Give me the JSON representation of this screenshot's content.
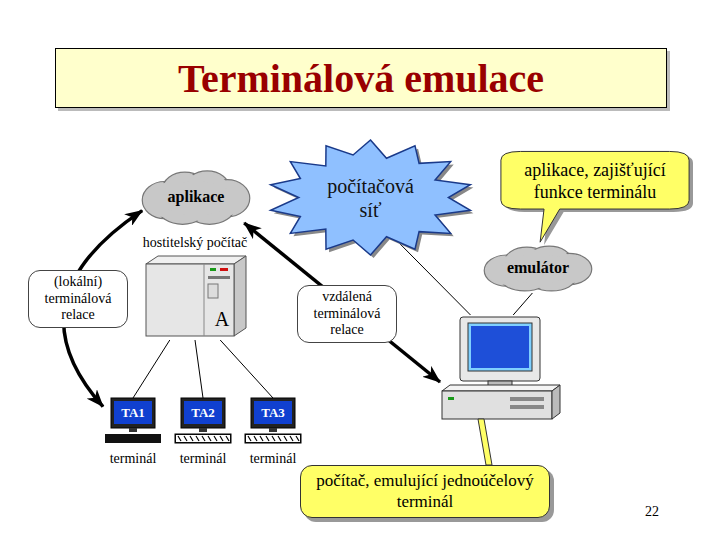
{
  "diagram": {
    "title": "Terminálová emulace",
    "nodes": [
      {
        "text": [
          "aplikace"
        ]
      },
      {
        "text": [
          "hostitelský počítač",
          "A"
        ]
      },
      {
        "text": [
          "počítačová síť"
        ]
      },
      {
        "text": [
          "aplikace, zajišťující funkce terminálu"
        ]
      },
      {
        "text": [
          "emulátor"
        ]
      },
      {
        "text": [
          "TA1",
          "terminál"
        ]
      },
      {
        "text": [
          "TA2",
          "terminál"
        ]
      },
      {
        "text": [
          "TA3",
          "terminál"
        ]
      },
      {
        "text": [
          "počítač, emulující jednoúčelový terminál"
        ]
      }
    ],
    "edges": [
      {
        "from": 0,
        "to": 5,
        "arrow": "both",
        "label": "(lokální) terminálová relace"
      },
      {
        "from": 0,
        "to": 8,
        "arrow": "both",
        "label": "vzdálená terminálová relace"
      },
      {
        "from": 1,
        "to": 5,
        "arrow": "none"
      },
      {
        "from": 1,
        "to": 6,
        "arrow": "none"
      },
      {
        "from": 1,
        "to": 7,
        "arrow": "none"
      },
      {
        "from": 2,
        "to": 8,
        "arrow": "none"
      },
      {
        "from": 4,
        "to": 8,
        "arrow": "none"
      }
    ],
    "labels": [
      "22"
    ]
  }
}
